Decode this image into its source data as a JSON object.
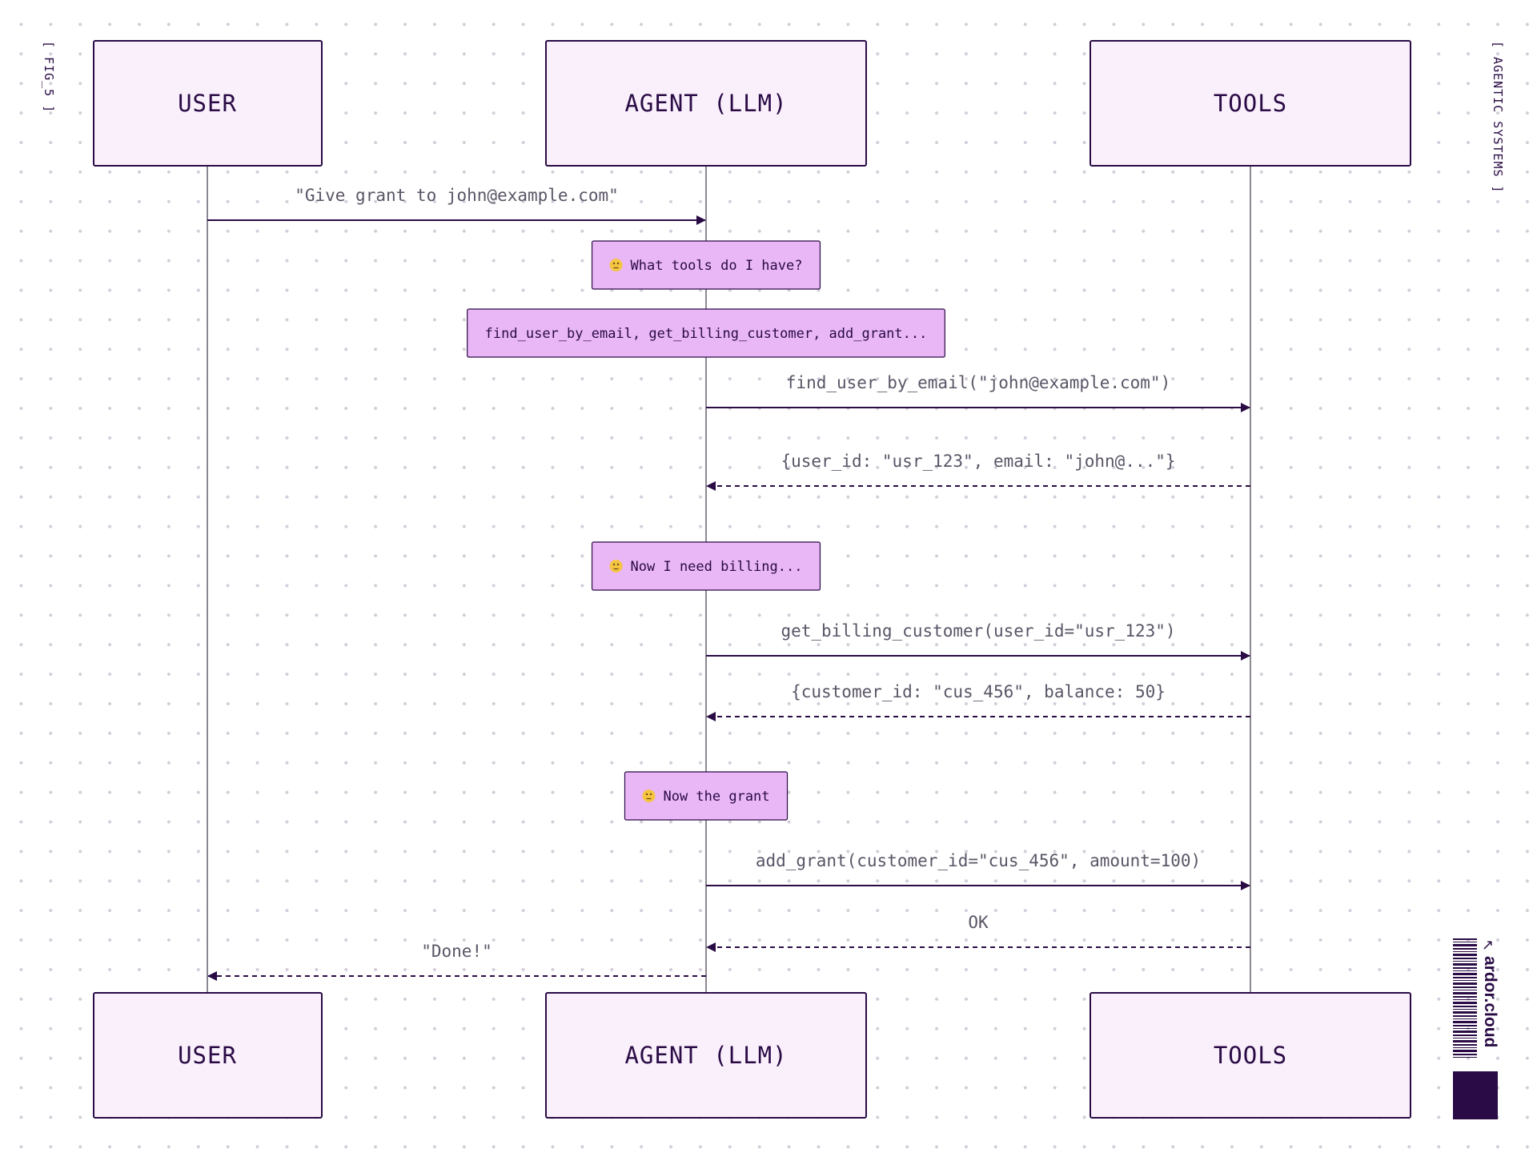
{
  "figure": {
    "left_label": "[ FIG_5 ]",
    "right_label": "[ AGENTIC SYSTEMS ]"
  },
  "brand": {
    "name": "ardor.cloud",
    "arrow": "↗"
  },
  "participants": [
    {
      "id": "user",
      "label": "USER"
    },
    {
      "id": "agent",
      "label": "AGENT (LLM)"
    },
    {
      "id": "tools",
      "label": "TOOLS"
    }
  ],
  "steps": [
    {
      "type": "message",
      "from": "user",
      "to": "agent",
      "style": "solid",
      "text": "\"Give grant to john@example.com\""
    },
    {
      "type": "note",
      "on": "agent",
      "icon": "thinking-face-icon",
      "text": "What tools do I have?"
    },
    {
      "type": "note",
      "on": "agent",
      "icon": "",
      "text": "find_user_by_email, get_billing_customer, add_grant..."
    },
    {
      "type": "message",
      "from": "agent",
      "to": "tools",
      "style": "solid",
      "text": "find_user_by_email(\"john@example.com\")"
    },
    {
      "type": "message",
      "from": "tools",
      "to": "agent",
      "style": "dashed",
      "text": "{user_id: \"usr_123\", email: \"john@...\"}"
    },
    {
      "type": "note",
      "on": "agent",
      "icon": "thinking-face-icon",
      "text": "Now I need billing..."
    },
    {
      "type": "message",
      "from": "agent",
      "to": "tools",
      "style": "solid",
      "text": "get_billing_customer(user_id=\"usr_123\")"
    },
    {
      "type": "message",
      "from": "tools",
      "to": "agent",
      "style": "dashed",
      "text": "{customer_id: \"cus_456\", balance: 50}"
    },
    {
      "type": "note",
      "on": "agent",
      "icon": "thinking-face-icon",
      "text": "Now the grant"
    },
    {
      "type": "message",
      "from": "agent",
      "to": "tools",
      "style": "solid",
      "text": "add_grant(customer_id=\"cus_456\", amount=100)"
    },
    {
      "type": "message",
      "from": "tools",
      "to": "agent",
      "style": "dashed",
      "text": "OK"
    },
    {
      "type": "message",
      "from": "agent",
      "to": "user",
      "style": "dashed",
      "text": "\"Done!\""
    }
  ],
  "colors": {
    "ink": "#2a0b45",
    "lifeline": "#6f6a78",
    "participant_fill": "#faf0fc",
    "note_fill": "#e9b6f6",
    "label_text": "#5a5566",
    "thinking_emoji": "#f5c542"
  }
}
